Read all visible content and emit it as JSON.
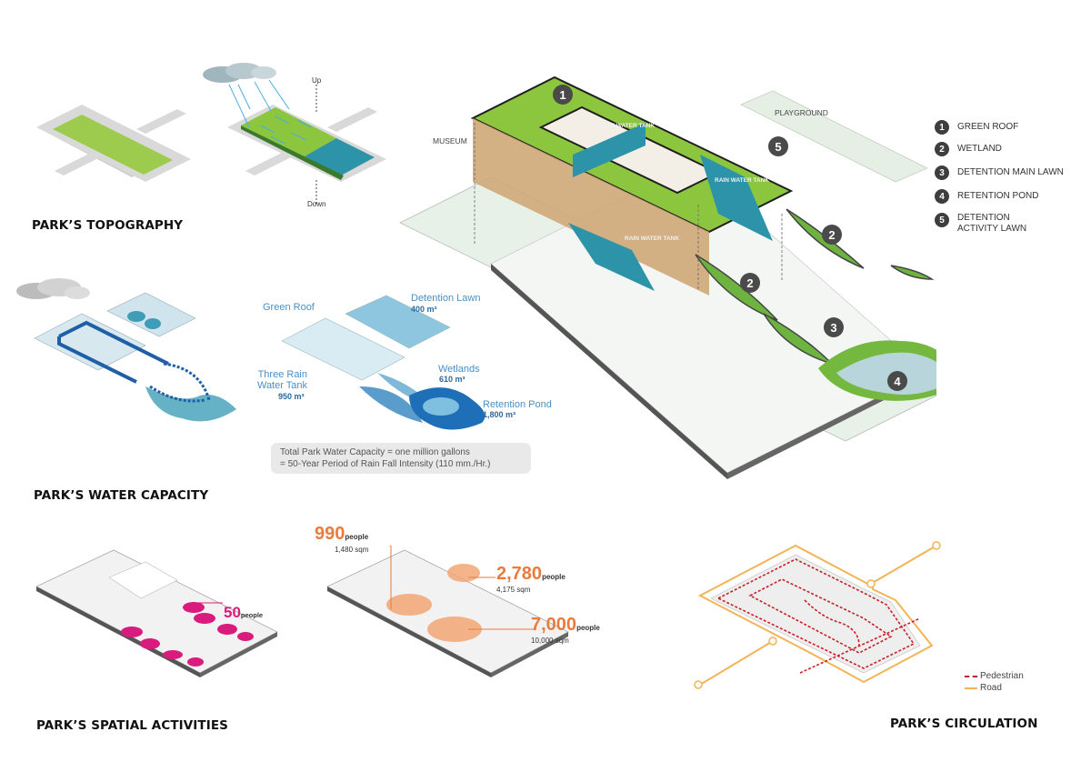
{
  "sections": {
    "topography": {
      "title": "PARK’S TOPOGRAPHY",
      "up_label": "Up",
      "down_label": "Down"
    },
    "water_capacity": {
      "title": "PARK’S WATER CAPACITY",
      "items": [
        {
          "name": "Green Roof",
          "value": ""
        },
        {
          "name": "Detention Lawn",
          "value": "400 m³"
        },
        {
          "name": "Three Rain Water Tank",
          "name_line1": "Three Rain",
          "name_line2": "Water Tank",
          "value": "950 m³"
        },
        {
          "name": "Wetlands",
          "value": "610 m³"
        },
        {
          "name": "Retention Pond",
          "value": "1,800 m³"
        }
      ],
      "total_line1": "Total Park Water Capacity =  one million gallons",
      "total_line2": "= 50-Year Period of Rain Fall Intensity (110 mm./Hr.)"
    },
    "spatial_activities": {
      "title": "PARK’S SPATIAL ACTIVITIES",
      "low": {
        "count": "50",
        "unit": "people"
      },
      "high": [
        {
          "count": "990",
          "unit": "people",
          "area": "1,480 sqm"
        },
        {
          "count": "2,780",
          "unit": "people",
          "area": "4,175 sqm"
        },
        {
          "count": "7,000",
          "unit": "people",
          "area": "10,000 sqm"
        }
      ]
    },
    "circulation": {
      "title": "PARK’S CIRCULATION",
      "legend": [
        {
          "label": "Pedestrian",
          "style": "dashed",
          "color": "#c8202a"
        },
        {
          "label": "Road",
          "style": "solid",
          "color": "#f2b457"
        }
      ]
    }
  },
  "main_axonometric": {
    "labels": {
      "museum": "MUSEUM",
      "playground": "PLAYGROUND",
      "rain_water_tank": "RAIN WATER TANK"
    },
    "legend": [
      {
        "number": "1",
        "label": "GREEN ROOF"
      },
      {
        "number": "2",
        "label": "WETLAND"
      },
      {
        "number": "3",
        "label": "DETENTION MAIN LAWN"
      },
      {
        "number": "4",
        "label": "RETENTION POND"
      },
      {
        "number": "5",
        "label": "DETENTION ACTIVITY LAWN",
        "line1": "DETENTION",
        "line2": "ACTIVITY LAWN"
      }
    ]
  },
  "colors": {
    "green": "#8cc63f",
    "water": "#2d93a8",
    "pink": "#d81b7d",
    "orange": "#e87c3e",
    "road": "#f2b457",
    "pedestrian": "#c8202a",
    "blue_text": "#4a8fc4"
  }
}
